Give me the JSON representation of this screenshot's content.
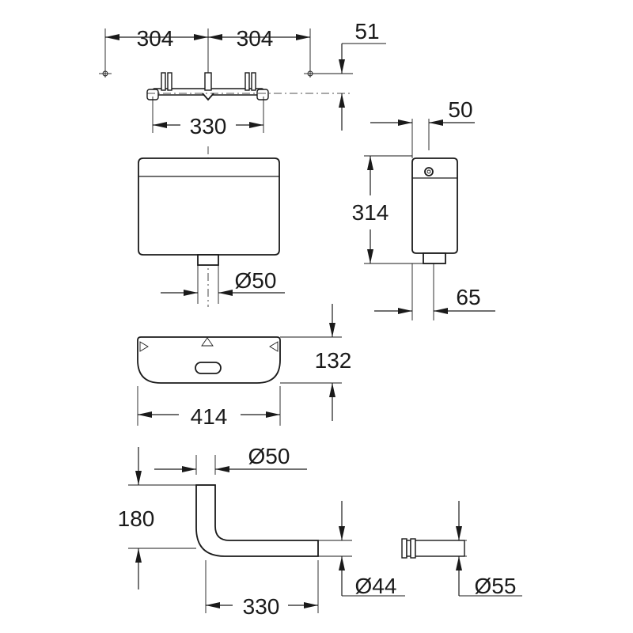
{
  "dimensions": {
    "bracket_left_offset": "304",
    "bracket_right_offset": "304",
    "bracket_depth": "51",
    "bracket_width": "330",
    "cistern_depth": "50",
    "cistern_height": "314",
    "outlet_offset": "65",
    "outlet_diameter": "Ø50",
    "cistern_thickness": "132",
    "cistern_width": "414",
    "bend_inlet_diameter": "Ø50",
    "bend_height": "180",
    "bend_length": "330",
    "bend_outlet_diameter": "Ø44",
    "connector_diameter": "Ø55"
  },
  "colors": {
    "line": "#1a1a1a",
    "background": "#ffffff"
  }
}
